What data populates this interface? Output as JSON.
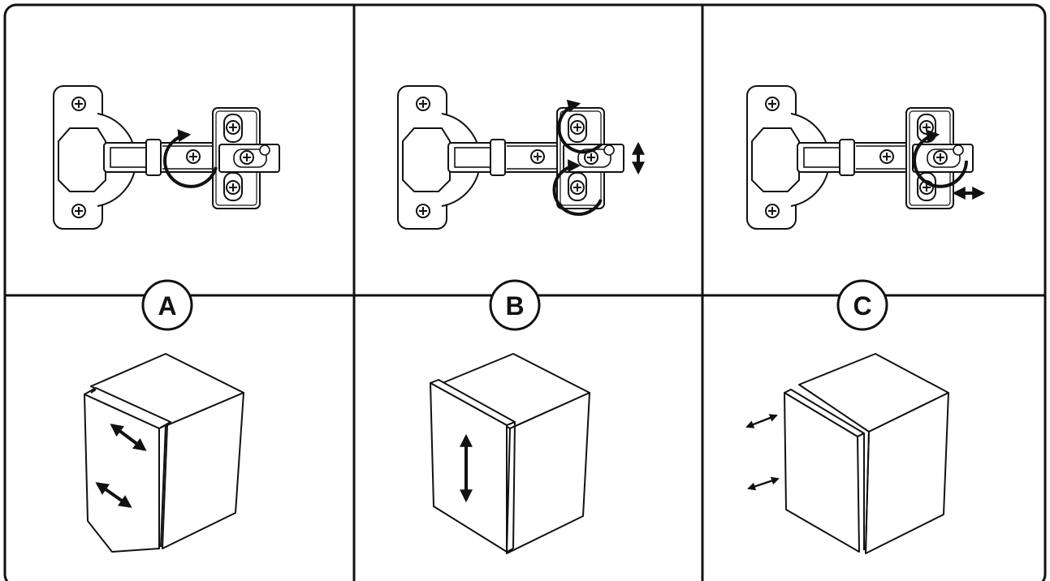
{
  "panels": [
    {
      "label": "A",
      "adjustment": "side-adjustment-screw",
      "door_effect": "tilted-door"
    },
    {
      "label": "B",
      "adjustment": "height-adjustment-screws",
      "door_effect": "vertical-shift"
    },
    {
      "label": "C",
      "adjustment": "depth-adjustment-screw",
      "door_effect": "depth-gap"
    }
  ],
  "colors": {
    "ink": "#111111",
    "paper": "#ffffff"
  },
  "icons": [
    "hinge-icon",
    "rotate-arrow-icon",
    "double-arrow-icon",
    "cabinet-box-icon",
    "screw-icon"
  ]
}
